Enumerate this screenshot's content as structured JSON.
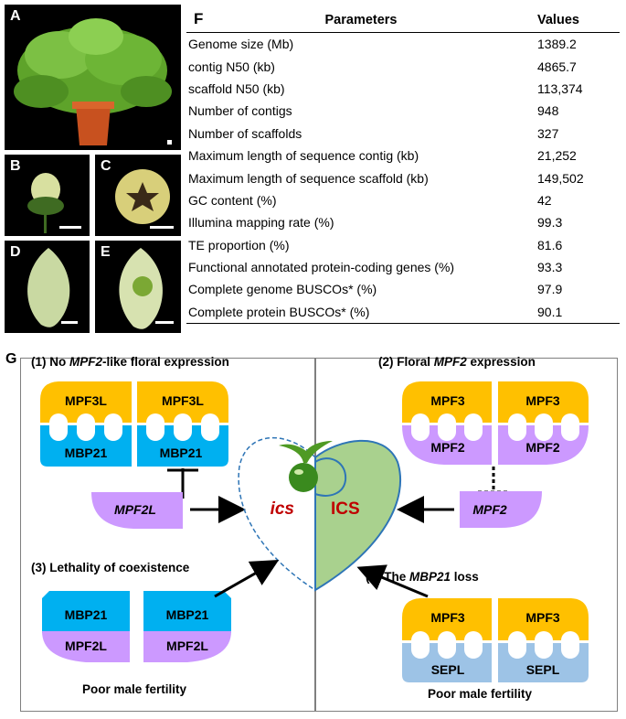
{
  "panels": {
    "a": "A",
    "b": "B",
    "c": "C",
    "d": "D",
    "e": "E",
    "f": "F",
    "g": "G"
  },
  "table": {
    "header_param": "Parameters",
    "header_value": "Values",
    "rows": [
      {
        "param": "Genome size (Mb)",
        "value": "1389.2"
      },
      {
        "param": "contig N50 (kb)",
        "value": "4865.7"
      },
      {
        "param": "scaffold N50 (kb)",
        "value": "113,374"
      },
      {
        "param": "Number of contigs",
        "value": "948"
      },
      {
        "param": "Number of scaffolds",
        "value": "327"
      },
      {
        "param": "Maximum length of sequence contig (kb)",
        "value": "21,252"
      },
      {
        "param": "Maximum length of sequence scaffold (kb)",
        "value": "149,502"
      },
      {
        "param": "GC content (%)",
        "value": "42"
      },
      {
        "param": "Illumina mapping rate (%)",
        "value": "99.3"
      },
      {
        "param": "TE proportion (%)",
        "value": "81.6"
      },
      {
        "param": "Functional annotated protein-coding genes (%)",
        "value": "93.3"
      },
      {
        "param": "Complete genome BUSCOs* (%)",
        "value": "97.9"
      },
      {
        "param": "Complete protein BUSCOs* (%)",
        "value": "90.1"
      }
    ]
  },
  "diagram": {
    "q1_prefix": "(1) No ",
    "q1_gene": "MPF2",
    "q1_suffix": "-like  floral expression",
    "q2_prefix": "(2) Floral  ",
    "q2_gene": "MPF2",
    "q2_suffix": "  expression",
    "q3_title": "(3) Lethality of coexistence",
    "q4_prefix": "(4) The ",
    "q4_gene": "MBP21",
    "q4_suffix": " loss",
    "mpf3l": "MPF3L",
    "mbp21": "MBP21",
    "mpf2l": "MPF2L",
    "mpf3": "MPF3",
    "mpf2": "MPF2",
    "sepl": "SEPL",
    "ics_left": "ics",
    "ics_right": "ICS",
    "fertility_left": "Poor male fertility",
    "fertility_right": "Poor male fertility"
  },
  "colors": {
    "mpf3": "#ffc000",
    "mbp21": "#00b0f0",
    "mpf2": "#cc99ff",
    "sepl": "#9dc3e6",
    "calyx_fill": "#a9d18e",
    "calyx_stroke": "#2e75b6",
    "ics_text": "#c00000",
    "divider": "#7f7f7f"
  }
}
